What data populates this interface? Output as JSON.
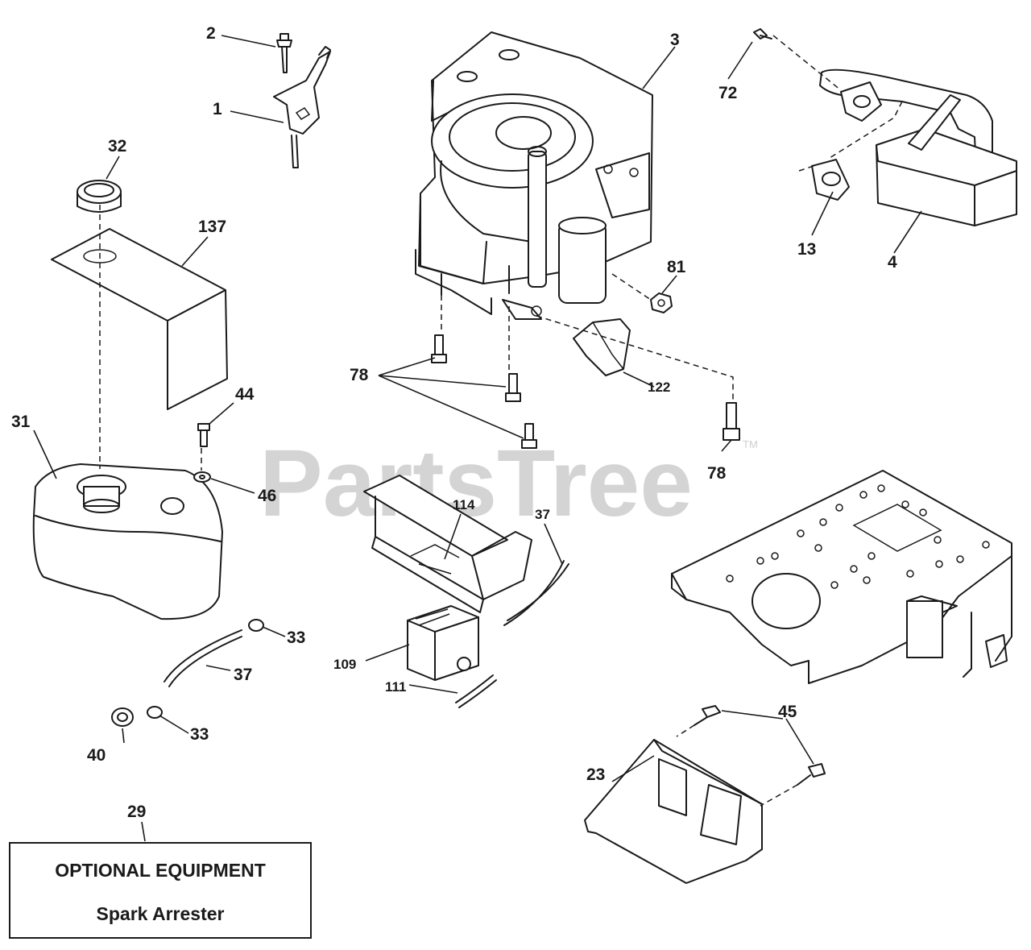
{
  "watermark": {
    "text": "PartsTree",
    "mark": "TM"
  },
  "optional_box": {
    "line1": "OPTIONAL EQUIPMENT",
    "line2": "Spark Arrester"
  },
  "callouts": {
    "c1": "1",
    "c2": "2",
    "c3": "3",
    "c4": "4",
    "c13": "13",
    "c23": "23",
    "c29": "29",
    "c31": "31",
    "c32": "32",
    "c33a": "33",
    "c33b": "33",
    "c37a": "37",
    "c37b": "37",
    "c40": "40",
    "c44": "44",
    "c45": "45",
    "c46": "46",
    "c72": "72",
    "c78a": "78",
    "c78b": "78",
    "c81": "81",
    "c109": "109",
    "c111": "111",
    "c114": "114",
    "c122": "122",
    "c137": "137"
  }
}
